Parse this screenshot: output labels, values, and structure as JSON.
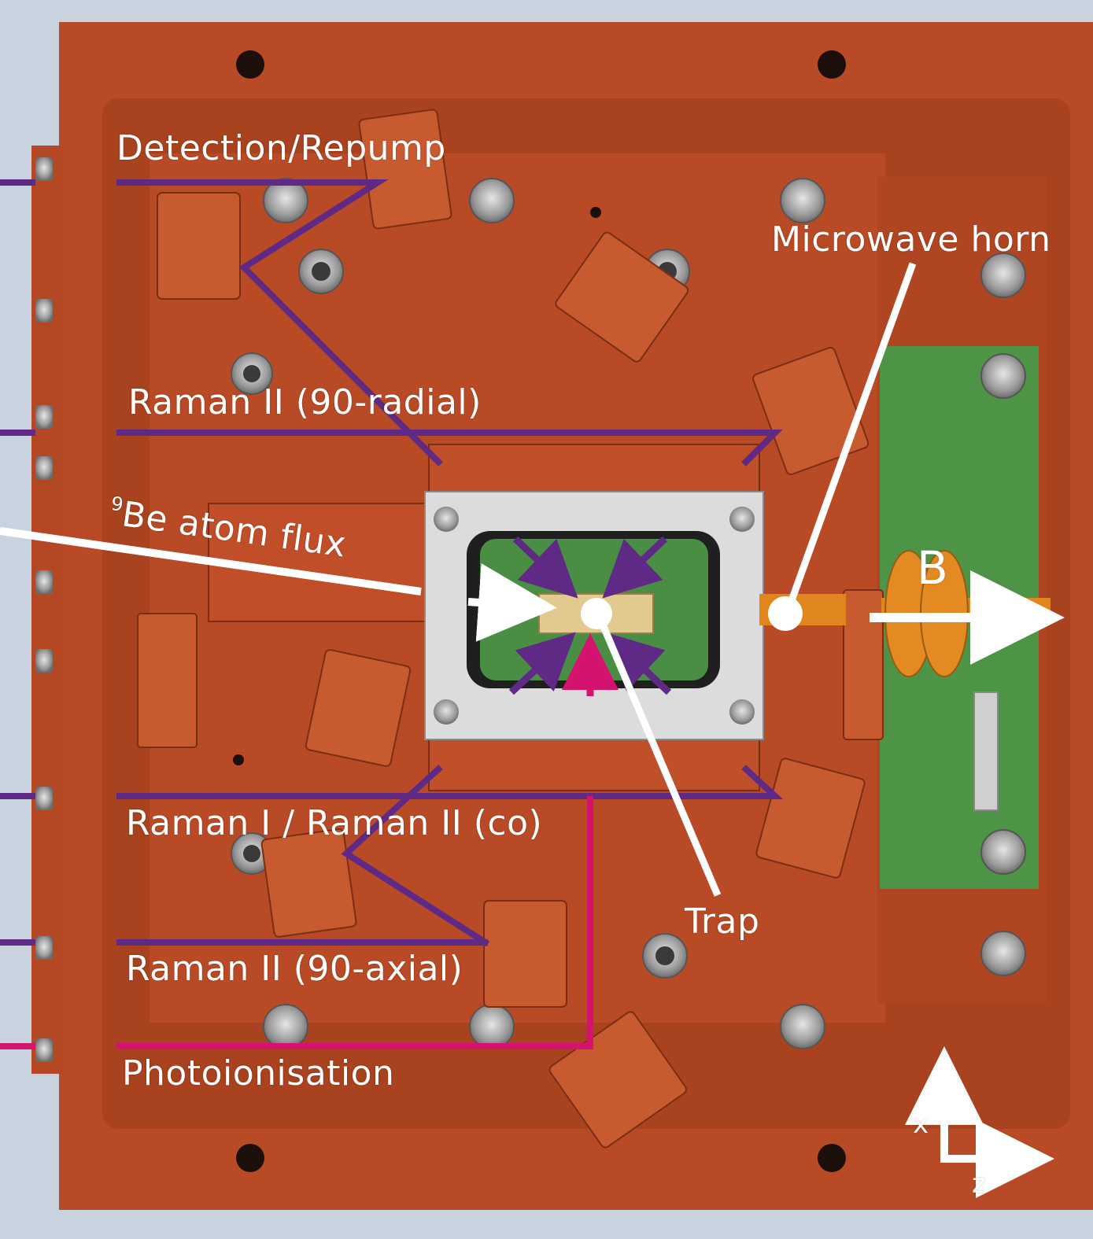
{
  "labels": {
    "detection": "Detection/Repump",
    "raman_radial": "Raman II (90-radial)",
    "atom_sup": "9",
    "atom_flux": "Be atom flux",
    "raman_co": "Raman I / Raman II (co)",
    "raman_axial": "Raman II (90-axial)",
    "photoionisation": "Photoionisation",
    "microwave": "Microwave horn",
    "trap": "Trap",
    "b_field": "B",
    "axis_x": "x",
    "axis_z": "z"
  },
  "colors": {
    "background": "#c9d3e0",
    "copper": "#b94a26",
    "copper_light": "#c85a30",
    "pcb": "#4e9447",
    "purple_beam": "#5e2a86",
    "pink_beam": "#d4136f",
    "white_arrow": "#ffffff"
  }
}
